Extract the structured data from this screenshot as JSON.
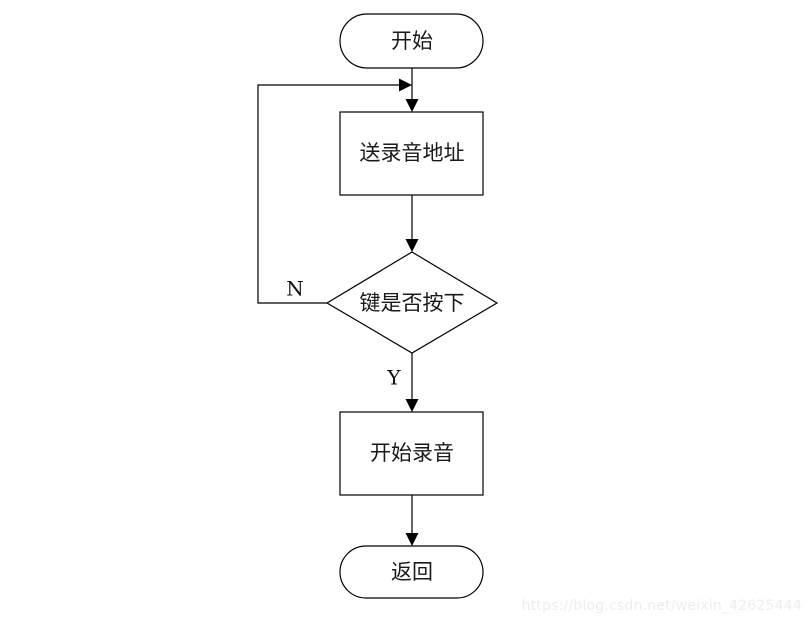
{
  "diagram": {
    "type": "flowchart",
    "orientation": "top-to-bottom",
    "background_color": "#ffffff",
    "line_color": "#000000",
    "nodes": [
      {
        "id": "start",
        "shape": "terminator",
        "label": "开始"
      },
      {
        "id": "send",
        "shape": "process",
        "label": "送录音地址"
      },
      {
        "id": "decision",
        "shape": "decision",
        "label": "键是否按下"
      },
      {
        "id": "record",
        "shape": "process",
        "label": "开始录音"
      },
      {
        "id": "end",
        "shape": "terminator",
        "label": "返回"
      }
    ],
    "edges": [
      {
        "from": "start",
        "to": "send",
        "label": ""
      },
      {
        "from": "send",
        "to": "decision",
        "label": ""
      },
      {
        "from": "decision",
        "to": "record",
        "label": "Y"
      },
      {
        "from": "decision",
        "to": "send",
        "label": "N"
      },
      {
        "from": "record",
        "to": "end",
        "label": ""
      }
    ],
    "branch_labels": {
      "no": "N",
      "yes": "Y"
    }
  },
  "watermark": {
    "text": "https://blog.csdn.net/weixin_42625444",
    "color": "#ededed"
  }
}
